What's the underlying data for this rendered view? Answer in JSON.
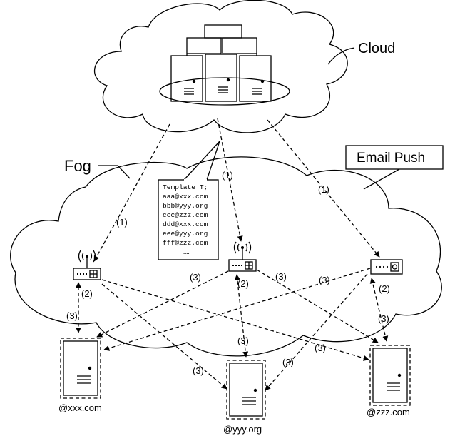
{
  "labels": {
    "cloud": "Cloud",
    "fog": "Fog",
    "email_push": "Email Push"
  },
  "template": {
    "lines": [
      "Template T;",
      "aaa@xxx.com",
      "bbb@yyy.org",
      "ccc@zzz.com",
      "ddd@xxx.com",
      "eee@yyy.org",
      "fff@zzz.com",
      "……"
    ]
  },
  "servers": {
    "xxx": "@xxx.com",
    "yyy": "@yyy.org",
    "zzz": "@zzz.com"
  },
  "steps": {
    "one": "(1)",
    "two": "(2)",
    "three": "(3)"
  }
}
